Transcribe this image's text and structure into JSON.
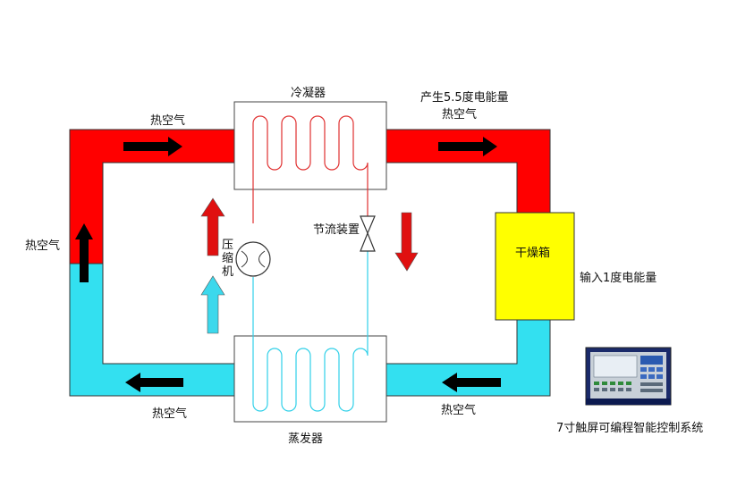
{
  "labels": {
    "condenser": "冷凝器",
    "evaporator": "蒸发器",
    "compressor": "压缩机",
    "throttle": "节流装置",
    "dryer": "干燥箱",
    "energy_out": "产生5.5度电能量",
    "energy_in": "输入1度电能量",
    "hot_air_top_left": "热空气",
    "hot_air_top_right": "热空气",
    "hot_air_left": "热空气",
    "hot_air_bottom_left": "热空气",
    "hot_air_bottom_right": "热空气",
    "control_system": "7寸触屏可编程智能控制系统"
  },
  "colors": {
    "hot": "#ff0000",
    "cold": "#33e0f0",
    "dryer": "#ffff00",
    "arrow_dark": "#000000",
    "arrow_hot": "#e01010",
    "arrow_cold": "#3cd8ec",
    "coil_hot": "#e03030",
    "coil_cold": "#30d0e8"
  }
}
